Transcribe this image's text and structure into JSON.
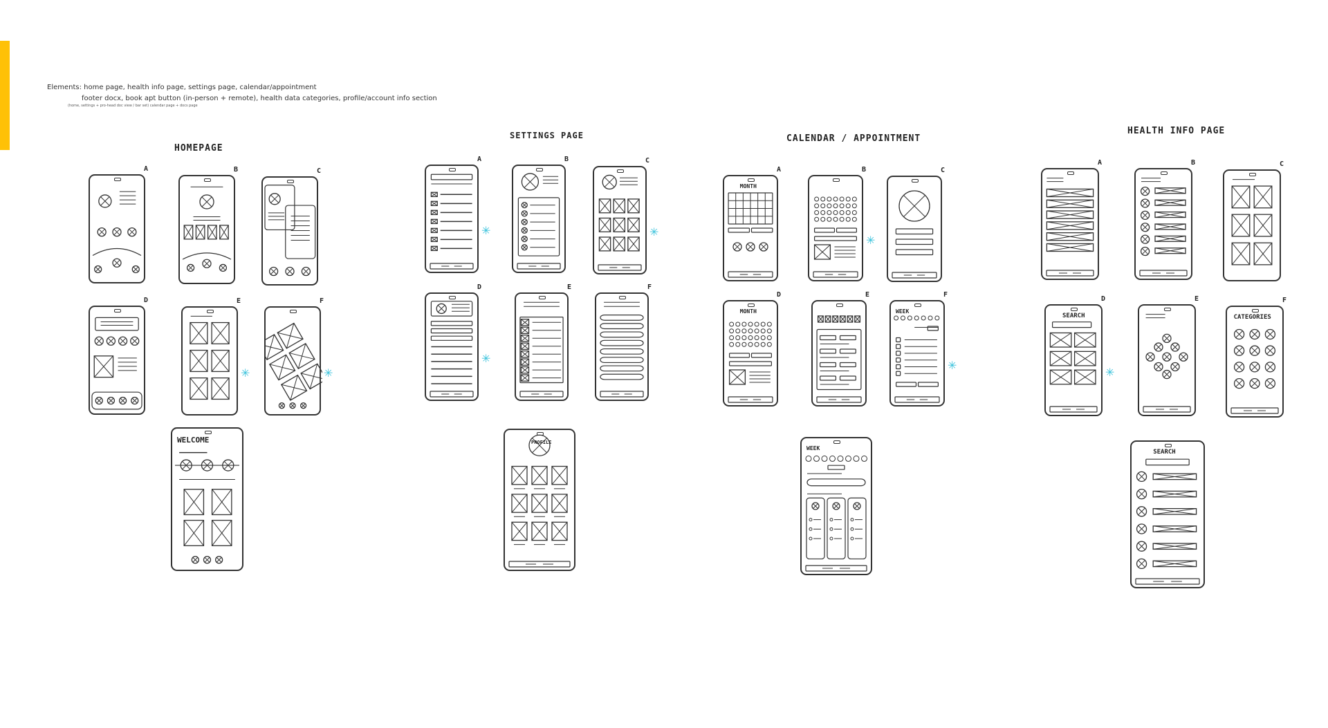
{
  "colors": {
    "accent": "#FFC107",
    "star": "#3CC3DC",
    "ink": "#333333"
  },
  "notes": {
    "line1": "Elements: home page, health info page, settings page, calendar/appointment",
    "line2": "footer docx, book apt button (in-person + remote), health data categories, profile/account info section",
    "line3": "(home, settings + pro-head doc view / bar set) calendar page + docs page"
  },
  "sections": [
    {
      "id": "homepage",
      "title": "HOMEPAGE",
      "screens": [
        {
          "letter": "A",
          "pattern": "icons-bottom"
        },
        {
          "letter": "B",
          "pattern": "grid-small"
        },
        {
          "letter": "C",
          "pattern": "overlap"
        },
        {
          "letter": "D",
          "pattern": "card-rows"
        },
        {
          "letter": "E",
          "pattern": "tiles",
          "star": true
        },
        {
          "letter": "F",
          "pattern": "diagonal",
          "star": true
        },
        {
          "letter": "",
          "pattern": "welcome",
          "text": "WELCOME"
        }
      ]
    },
    {
      "id": "settings",
      "title": "SETTINGS PAGE",
      "screens": [
        {
          "letter": "A",
          "pattern": "list-icons",
          "star": true
        },
        {
          "letter": "B",
          "pattern": "profile-list"
        },
        {
          "letter": "C",
          "pattern": "profile-grid",
          "star": true
        },
        {
          "letter": "D",
          "pattern": "form",
          "star": true
        },
        {
          "letter": "E",
          "pattern": "side-list"
        },
        {
          "letter": "F",
          "pattern": "pills"
        },
        {
          "letter": "",
          "pattern": "profile-big",
          "text": "PROFILE"
        }
      ]
    },
    {
      "id": "calendar",
      "title": "CALENDAR / APPOINTMENT",
      "screens": [
        {
          "letter": "A",
          "pattern": "calendar-grid",
          "text": "MONTH"
        },
        {
          "letter": "B",
          "pattern": "dots-cal",
          "star": true
        },
        {
          "letter": "C",
          "pattern": "big-circle"
        },
        {
          "letter": "D",
          "pattern": "dots-cal",
          "text": "MONTH"
        },
        {
          "letter": "E",
          "pattern": "week-slots"
        },
        {
          "letter": "F",
          "pattern": "week-list",
          "text": "WEEK",
          "star": true
        },
        {
          "letter": "",
          "pattern": "week-detail",
          "text": "WEEK"
        }
      ]
    },
    {
      "id": "health",
      "title": "HEALTH INFO PAGE",
      "screens": [
        {
          "letter": "A",
          "pattern": "rows-x"
        },
        {
          "letter": "B",
          "pattern": "icon-rows"
        },
        {
          "letter": "C",
          "pattern": "tiles"
        },
        {
          "letter": "D",
          "pattern": "search-grid",
          "text": "SEARCH",
          "star": true
        },
        {
          "letter": "E",
          "pattern": "cluster"
        },
        {
          "letter": "F",
          "pattern": "categories",
          "text": "CATEGORIES"
        },
        {
          "letter": "",
          "pattern": "icon-rows-search",
          "text": "SEARCH"
        }
      ]
    }
  ]
}
